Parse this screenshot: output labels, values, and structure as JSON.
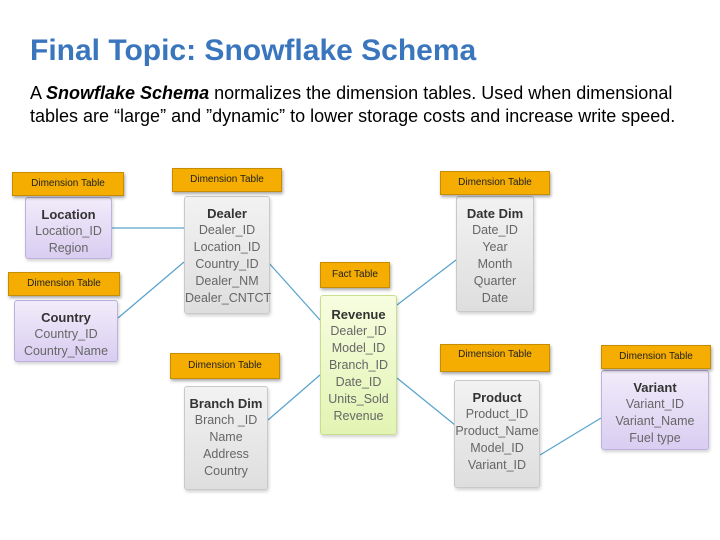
{
  "title": "Final Topic: Snowflake Schema",
  "description": {
    "prefix": "A ",
    "emphasis": "Snowflake Schema",
    "rest": " normalizes the dimension tables.  Used when dimensional tables are “large” and ”dynamic” to lower storage costs and increase write speed."
  },
  "diagram": {
    "location": {
      "header": "Dimension Table",
      "name": "Location",
      "fields": [
        "Location_ID",
        "Region"
      ]
    },
    "country": {
      "header": "Dimension Table",
      "name": "Country",
      "fields": [
        "Country_ID",
        "Country_Name"
      ]
    },
    "dealer": {
      "header": "Dimension Table",
      "name": "Dealer",
      "fields": [
        "Dealer_ID",
        "Location_ID",
        "Country_ID",
        "Dealer_NM",
        "Dealer_CNTCT"
      ]
    },
    "date_dim": {
      "header": "Dimension Table",
      "name": "Date Dim",
      "fields": [
        "Date_ID",
        "Year",
        "Month",
        "Quarter",
        "Date"
      ]
    },
    "revenue": {
      "header": "Fact Table",
      "name": "Revenue",
      "fields": [
        "Dealer_ID",
        "Model_ID",
        "Branch_ID",
        "Date_ID",
        "Units_Sold",
        "Revenue"
      ]
    },
    "branch_dim": {
      "header": "Dimension Table",
      "name": "Branch Dim",
      "fields": [
        "Branch _ID",
        "Name",
        "Address",
        "Country"
      ]
    },
    "product": {
      "header": "Dimension Table",
      "name": "Product",
      "fields": [
        "Product_ID",
        "Product_Name",
        "Model_ID",
        "Variant_ID"
      ]
    },
    "variant": {
      "header": "Dimension Table",
      "name": "Variant",
      "fields": [
        "Variant_ID",
        "Variant_Name",
        "Fuel type"
      ]
    }
  },
  "colors": {
    "title": "#3a76bd",
    "header": "#f4ad00",
    "dimension_table": "#e6e6e6",
    "snowflaked_table": "#ddd3f3",
    "fact_table": "#e8f7bf",
    "connector": "#5ba4cf"
  }
}
